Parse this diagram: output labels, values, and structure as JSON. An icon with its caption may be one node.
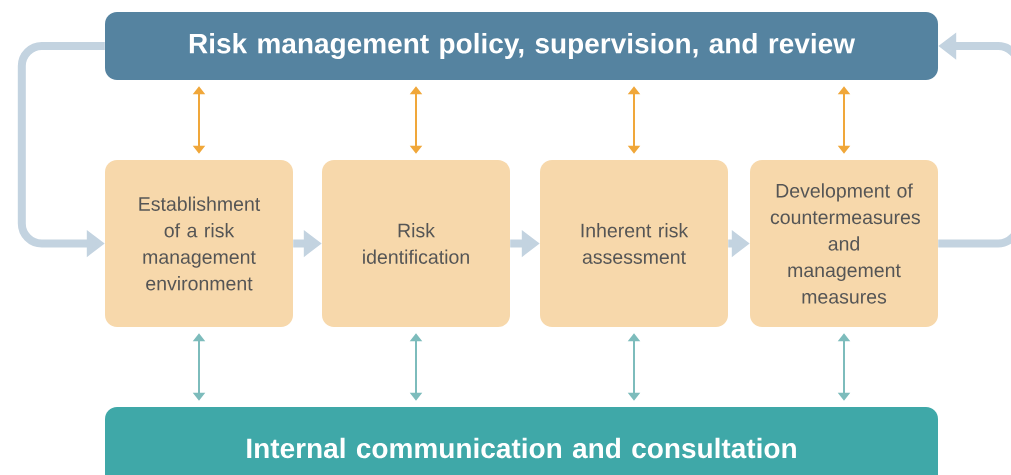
{
  "diagram": {
    "nodes": [
      {
        "text": [
          "Risk management policy, supervision, and review"
        ]
      },
      {
        "text": [
          "Establishment of a risk management environment"
        ]
      },
      {
        "text": [
          "Risk identification"
        ]
      },
      {
        "text": [
          "Inherent risk assessment"
        ]
      },
      {
        "text": [
          "Development of countermeasures and management measures"
        ]
      },
      {
        "text": [
          "Internal communication and consultation"
        ]
      }
    ],
    "edges": [
      {
        "from": 0,
        "to": 1,
        "arrow": "to",
        "style": "thick"
      },
      {
        "from": 1,
        "to": 2,
        "arrow": "to",
        "style": "thick"
      },
      {
        "from": 2,
        "to": 3,
        "arrow": "to",
        "style": "thick"
      },
      {
        "from": 3,
        "to": 4,
        "arrow": "to",
        "style": "thick"
      },
      {
        "from": 4,
        "to": 0,
        "arrow": "to",
        "style": "thick"
      },
      {
        "from": 0,
        "to": 1,
        "arrow": "both",
        "color": "#f0a73a"
      },
      {
        "from": 0,
        "to": 2,
        "arrow": "both",
        "color": "#f0a73a"
      },
      {
        "from": 0,
        "to": 3,
        "arrow": "both",
        "color": "#f0a73a"
      },
      {
        "from": 0,
        "to": 4,
        "arrow": "both",
        "color": "#f0a73a"
      },
      {
        "from": 1,
        "to": 5,
        "arrow": "both",
        "color": "#7dbcbc"
      },
      {
        "from": 2,
        "to": 5,
        "arrow": "both",
        "color": "#7dbcbc"
      },
      {
        "from": 3,
        "to": 5,
        "arrow": "both",
        "color": "#7dbcbc"
      },
      {
        "from": 4,
        "to": 5,
        "arrow": "both",
        "color": "#7dbcbc"
      }
    ]
  }
}
